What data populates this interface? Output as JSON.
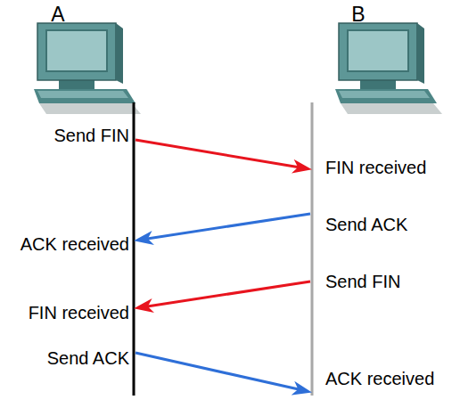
{
  "diagram": {
    "nodes": [
      {
        "text": [
          "A"
        ]
      },
      {
        "text": [
          "B"
        ]
      }
    ],
    "edges": [
      {
        "from": 0,
        "to": 1,
        "arrow": "to"
      },
      {
        "from": 1,
        "to": 0,
        "arrow": "to"
      },
      {
        "from": 1,
        "to": 0,
        "arrow": "to"
      },
      {
        "from": 0,
        "to": 1,
        "arrow": "to"
      }
    ],
    "labels": [
      "Send FIN",
      "FIN received",
      "Send ACK",
      "ACK received",
      "Send FIN",
      "FIN received",
      "Send ACK",
      "ACK received"
    ]
  }
}
